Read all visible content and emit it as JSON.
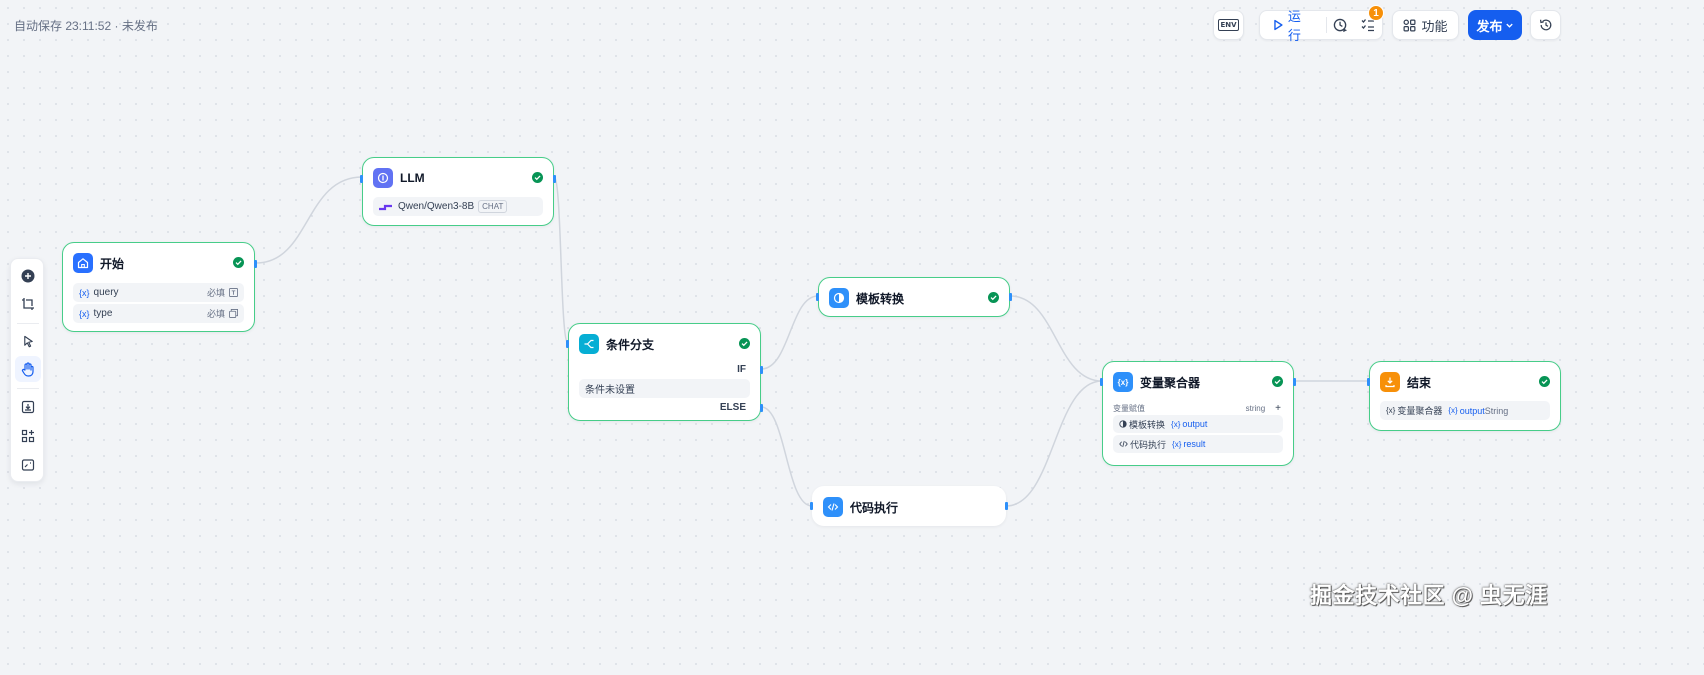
{
  "status": "自动保存 23:11:52 · 未发布",
  "toolbar": {
    "env_label": "ENV",
    "run_label": "运行",
    "checklist_count": "1",
    "features_label": "功能",
    "publish_label": "发布"
  },
  "nodes": {
    "start": {
      "title": "开始",
      "vars": [
        {
          "prefix": "{x}",
          "name": "query",
          "required": "必填"
        },
        {
          "prefix": "{x}",
          "name": "type",
          "required": "必填"
        }
      ]
    },
    "llm": {
      "title": "LLM",
      "model": "Qwen/Qwen3-8B",
      "mode": "CHAT"
    },
    "condition": {
      "title": "条件分支",
      "if_label": "IF",
      "placeholder": "条件未设置",
      "else_label": "ELSE"
    },
    "template": {
      "title": "模板转换"
    },
    "code": {
      "title": "代码执行"
    },
    "aggregator": {
      "title": "变量聚合器",
      "assign_label": "变量赋值",
      "type": "string",
      "add": "+",
      "rows": [
        {
          "source": "模板转换",
          "var_prefix": "{x}",
          "var": "output"
        },
        {
          "source": "代码执行",
          "var_prefix": "{x}",
          "var": "result"
        }
      ]
    },
    "end": {
      "title": "结束",
      "var_source": "变量聚合器",
      "var_prefix": "{x}",
      "var": "output",
      "var_type": "String"
    }
  },
  "watermark": "掘金技术社区 @ 虫无涯",
  "colors": {
    "accent": "#155eef",
    "success": "#17b26a",
    "node_border": "#47cd89",
    "warning": "#f79009"
  }
}
